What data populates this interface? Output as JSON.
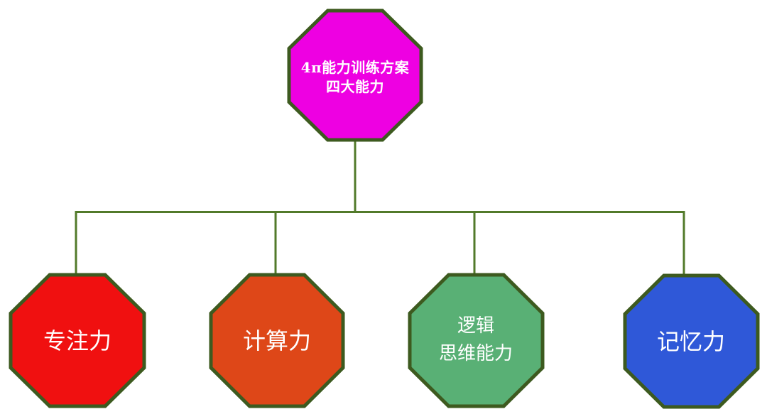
{
  "diagram": {
    "background": "#ffffff",
    "connector_color": "#527a2a",
    "border_color": "#3d5a1f",
    "text_color": "#ffffff",
    "root": {
      "lines": [
        "4π能力训练方案",
        "四大能力"
      ],
      "fill": "#ee00e2"
    },
    "children": [
      {
        "lines": [
          "专注力"
        ],
        "fill": "#f01010"
      },
      {
        "lines": [
          "计算力"
        ],
        "fill": "#de4718"
      },
      {
        "lines": [
          "逻辑",
          "思维能力"
        ],
        "fill": "#59b075"
      },
      {
        "lines": [
          "记忆力"
        ],
        "fill": "#2f58d8"
      }
    ]
  }
}
